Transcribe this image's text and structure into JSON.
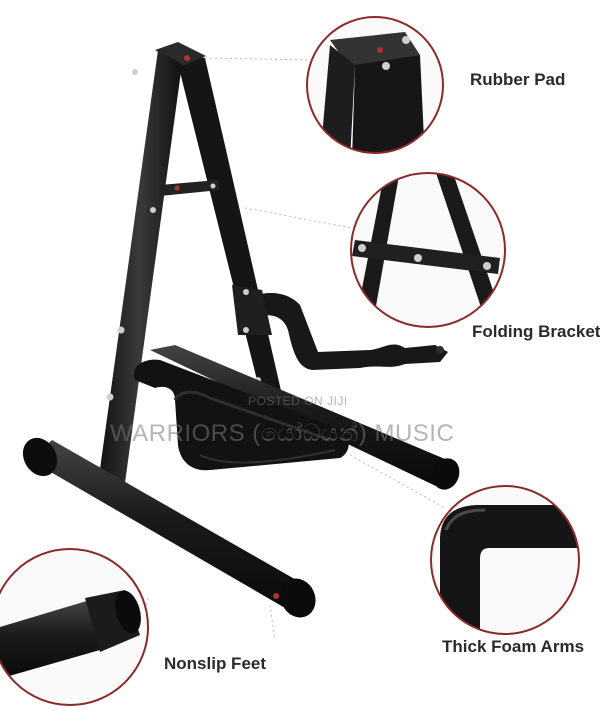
{
  "product": {
    "callouts": {
      "rubber_pad": "Rubber Pad",
      "folding_bracket": "Folding Bracket",
      "thick_foam_arms": "Thick Foam Arms",
      "nonslip_feet": "Nonslip Feet"
    },
    "watermark": {
      "line1": "POSTED ON JIJI",
      "line2": "WARRIORS (යෝධයන්) MUSIC"
    }
  },
  "colors": {
    "metal": "#1c1c1c",
    "circle_outline": "#8b2a2a",
    "label_text": "#2a2a2a",
    "background": "#ffffff"
  }
}
